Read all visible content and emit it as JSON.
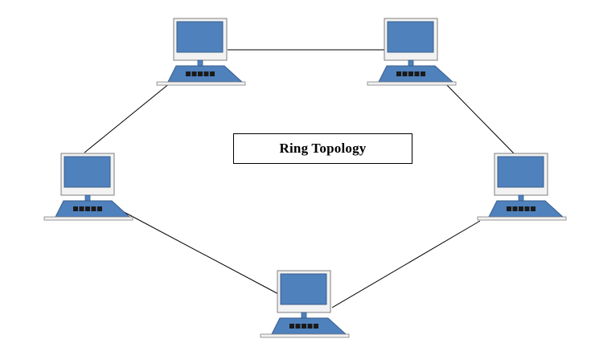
{
  "diagram": {
    "title": "Ring Topology",
    "topology": "ring",
    "nodes": [
      {
        "id": "pc-top-left",
        "icon": "desktop-computer-icon"
      },
      {
        "id": "pc-top-right",
        "icon": "desktop-computer-icon"
      },
      {
        "id": "pc-right",
        "icon": "desktop-computer-icon"
      },
      {
        "id": "pc-bottom",
        "icon": "desktop-computer-icon"
      },
      {
        "id": "pc-left",
        "icon": "desktop-computer-icon"
      }
    ],
    "links": [
      {
        "from": "pc-top-left",
        "to": "pc-top-right"
      },
      {
        "from": "pc-top-right",
        "to": "pc-right"
      },
      {
        "from": "pc-right",
        "to": "pc-bottom"
      },
      {
        "from": "pc-bottom",
        "to": "pc-left"
      },
      {
        "from": "pc-left",
        "to": "pc-top-left"
      }
    ],
    "colors": {
      "screen": "#4f81bd",
      "screen_border": "#385d8a",
      "frame": "#f2f2f2",
      "frame_border": "#7f7f7f",
      "key": "#1a1a1a",
      "link": "#000000"
    }
  }
}
